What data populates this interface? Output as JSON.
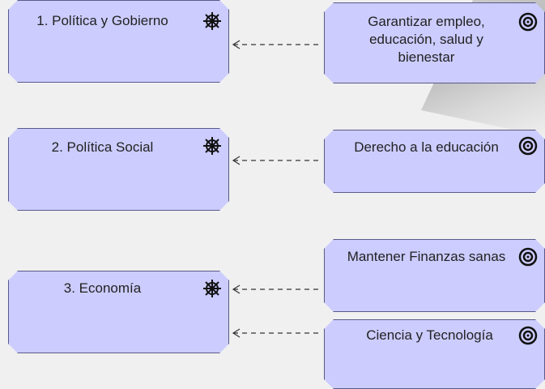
{
  "nodes": {
    "politica_gobierno": "1. Política y Gobierno",
    "politica_social": "2. Política Social",
    "economia": "3. Economía",
    "empleo": "Garantizar empleo, educación, salud y bienestar",
    "derecho_educacion": "Derecho a la educación",
    "finanzas": "Mantener Finanzas sanas",
    "ciencia": "Ciencia y Tecnología"
  },
  "icons": {
    "driver": "helm-wheel-icon",
    "goal": "target-icon"
  },
  "colors": {
    "box_fill": "#ccccff",
    "box_border": "#5a5a8a",
    "connector": "#333333"
  }
}
